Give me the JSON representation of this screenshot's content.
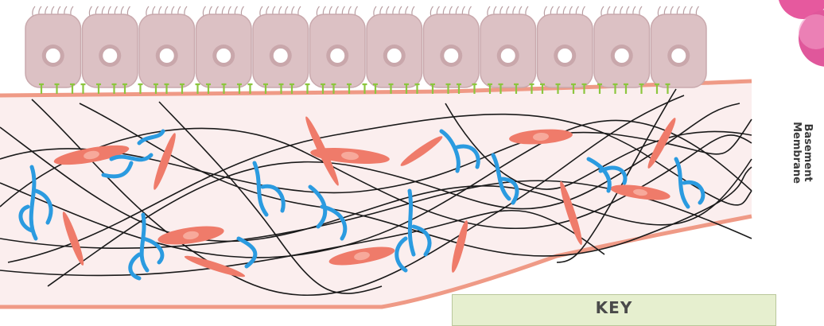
{
  "labels": {
    "basement_membrane": "Basement Membrane",
    "basement_membrane_line1": "Basement",
    "basement_membrane_line2": "Membrane"
  },
  "key": {
    "title": "KEY"
  },
  "colors": {
    "epithelial_cell": "#dcc1c4",
    "epithelial_outline": "#c9a9ad",
    "nucleus": "#ffffff",
    "anchor": "#8cc63f",
    "membrane_line": "#ef9a86",
    "matrix_fill": "#fbeeee",
    "fiber": "#1a1a1a",
    "fibroblast": "#ef7b6a",
    "vessel": "#2b9be0",
    "key_fill": "#e6efcf",
    "bubble": "#e0579b"
  },
  "icons": [
    "epithelial-cell-icon",
    "anchoring-fibril-icon",
    "collagen-fiber-icon",
    "fibroblast-icon",
    "capillary-icon"
  ]
}
